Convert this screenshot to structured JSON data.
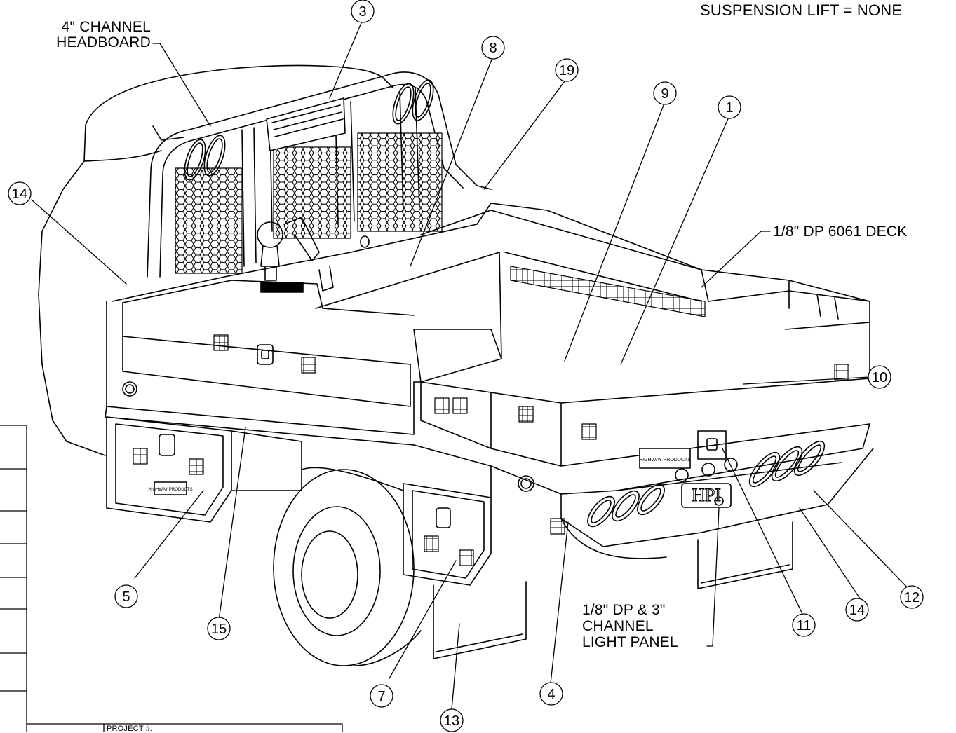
{
  "header": {
    "suspension_note": "SUSPENSION LIFT = NONE"
  },
  "callouts": {
    "headboard": "4\" CHANNEL\nHEADBOARD",
    "deck": "1/8\" DP 6061 DECK",
    "light_panel": "1/8\" DP & 3\"\nCHANNEL\nLIGHT PANEL"
  },
  "balloons": [
    "3",
    "8",
    "19",
    "9",
    "1",
    "14",
    "10",
    "5",
    "15",
    "7",
    "13",
    "4",
    "11",
    "14",
    "12"
  ],
  "title_block": {
    "project_label": "PROJECT #:"
  },
  "plates": {
    "brand_logo": "HPI",
    "plate_left": "HIGHWAY PRODUCTS",
    "plate_right": "HIGHWAY PRODUCTS"
  }
}
